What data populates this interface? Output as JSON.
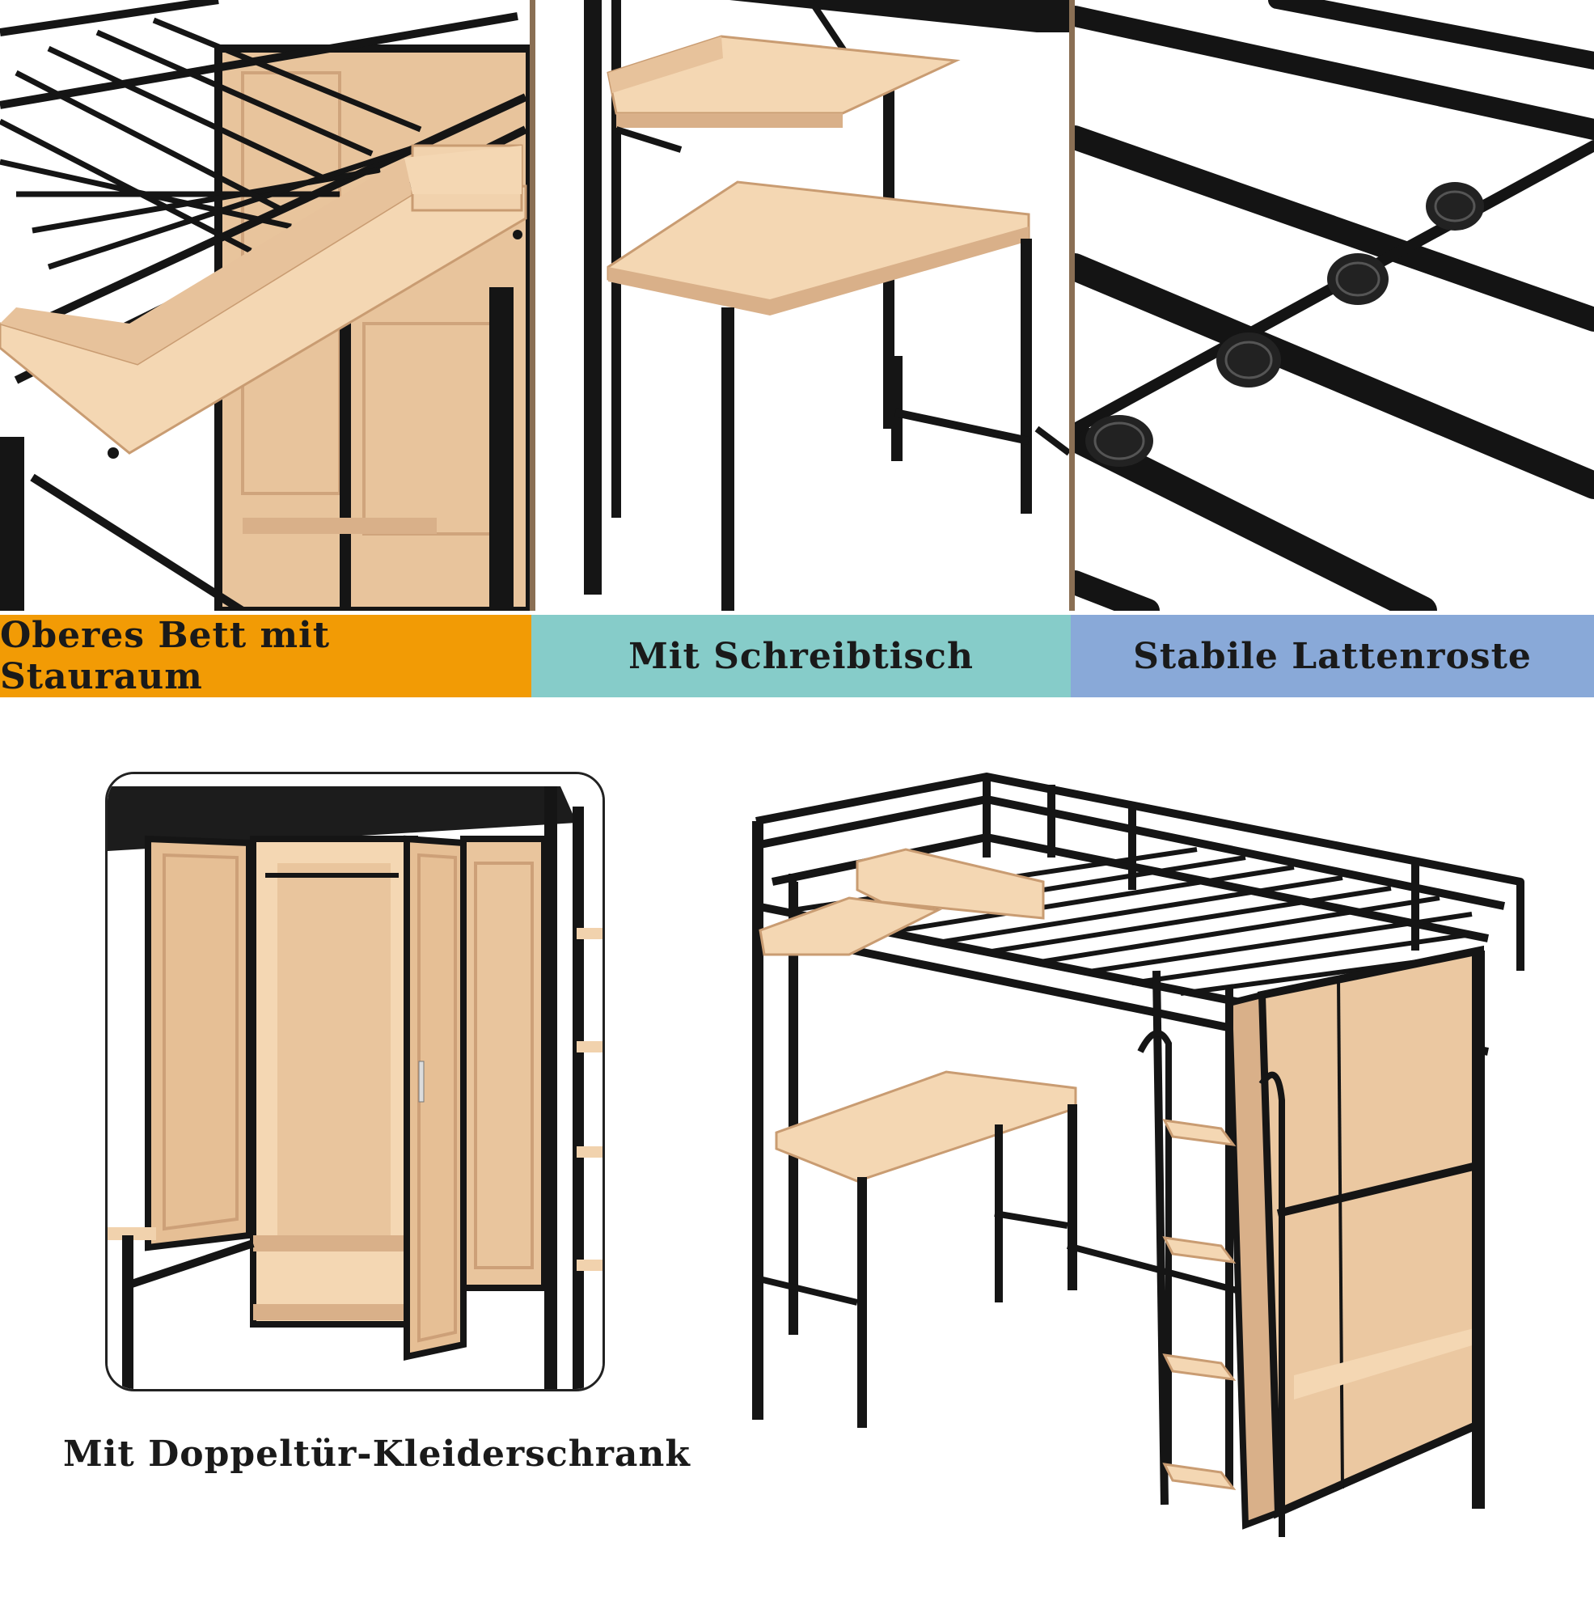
{
  "panels": {
    "storage": {
      "label": "Oberes Bett mit Stauraum",
      "color": "#f29b05"
    },
    "desk": {
      "label": "Mit Schreibtisch",
      "color": "#86ccc9"
    },
    "slats": {
      "label": "Stabile Lattenroste",
      "color": "#89a9d8"
    }
  },
  "wardrobe": {
    "caption": "Mit Doppeltür-Kleiderschrank"
  },
  "colors": {
    "frame": "#151515",
    "wood": "#f1d2ad",
    "wood_dark": "#d9b089",
    "divider": "#8a6f54"
  }
}
